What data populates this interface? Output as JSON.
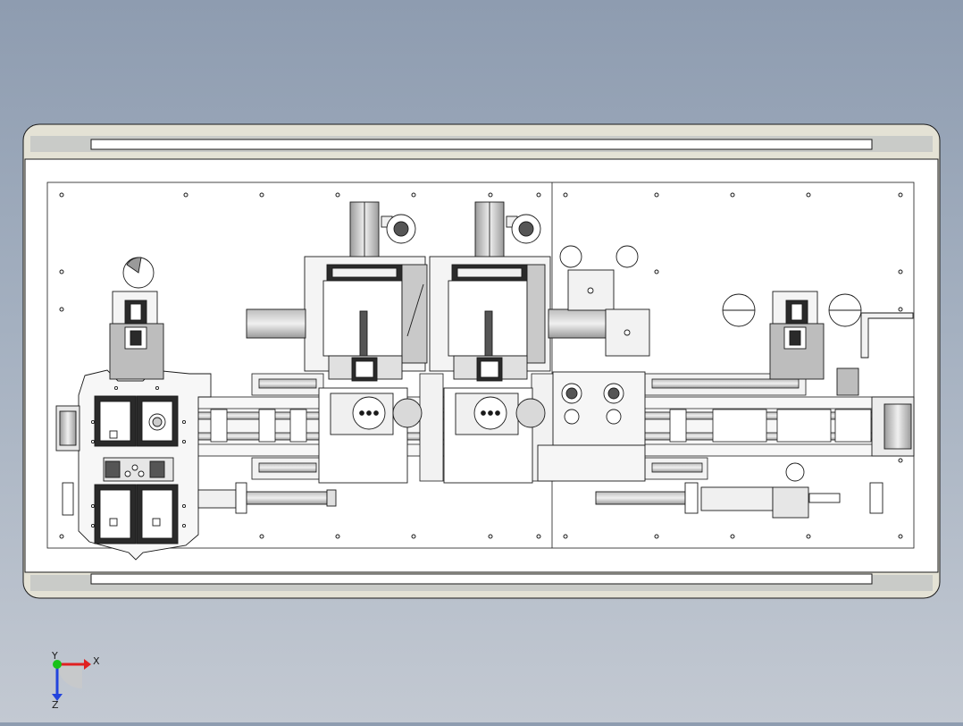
{
  "view": {
    "colors": {
      "background_top": "#8e9cb0",
      "background_bottom": "#c3c9d2",
      "frame": "#e4e2d5",
      "plate": "#ffffff",
      "edge": "#1a1a1a",
      "component_fill": "#f2f2f2",
      "component_shade": "#bdbdbd",
      "cylinder_fill": "#d9d9d9"
    }
  },
  "triad": {
    "x_label": "X",
    "y_label": "Y",
    "z_label": "Z",
    "x_color": "#e02020",
    "y_color": "#19c219",
    "z_color": "#2244dd"
  }
}
